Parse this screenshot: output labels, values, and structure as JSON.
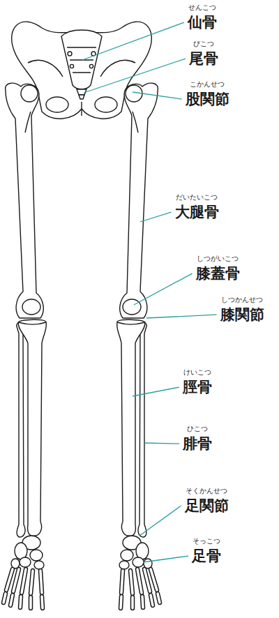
{
  "diagram": {
    "labels": [
      "せんこつ",
      "仙骨",
      "びこつ",
      "尾骨",
      "こかんせつ",
      "股関節",
      "だいたいこつ",
      "大腿骨",
      "しつがいこつ",
      "膝蓋骨",
      "しつかんせつ",
      "膝関節",
      "けいこつ",
      "脛骨",
      "ひこつ",
      "腓骨",
      "そくかんせつ",
      "足関節",
      "そっこつ",
      "足骨"
    ]
  }
}
